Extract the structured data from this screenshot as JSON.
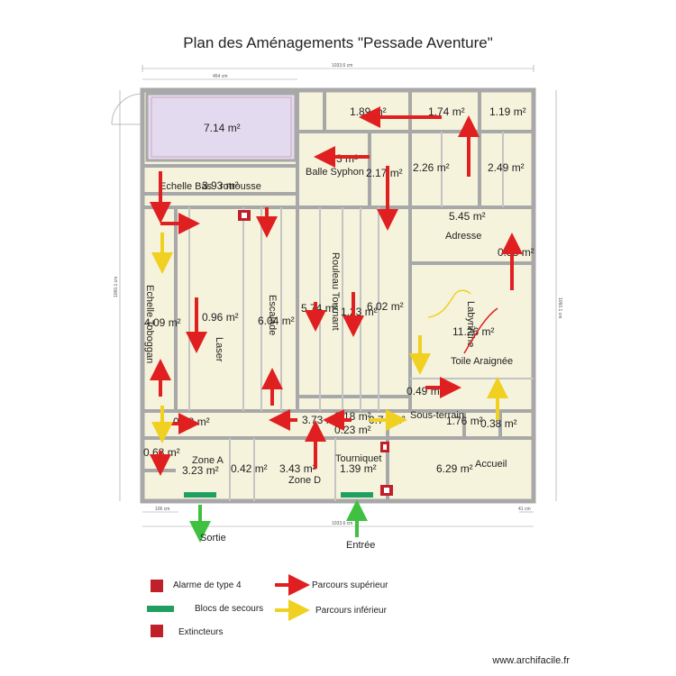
{
  "title": "Plan des Aménagements \"Pessade Aventure\"",
  "colors": {
    "wall": "#a8a8a8",
    "room": "#f6f3dd",
    "lilac": "#e4daf0",
    "red_arrow": "#e02020",
    "yellow_arrow": "#f0d020",
    "green_arrow": "#40c040",
    "alarm": "#c0202a",
    "exit_block": "#20a060"
  },
  "dimensions": {
    "overall_top": "1033.6 cm",
    "left_top": "454 cm",
    "overall_bottom": "1033.6 cm",
    "left_bottom": "106 cm",
    "right_bottom": "41 cm",
    "left_side": "1060.1 cm",
    "right_side": "1060.1 cm"
  },
  "rooms": {
    "piscine_area": "7.14 m²",
    "r_189": "1.89 m²",
    "r_174": "1.74 m²",
    "r_119": "1.19 m²",
    "r_43": "4.3 m²",
    "balle_syphon": "Balle Syphon",
    "r_217": "2.17 m²",
    "r_226": "2.26 m²",
    "r_249": "2.49 m²",
    "echelle_bas": "Echelle Bas",
    "r_393": "3.93 m²",
    "rotrousse": "rotrousse",
    "r_545": "5.45 m²",
    "adresse": "Adresse",
    "r_033": "0.33 m²",
    "echelle_toboggan": "Echelle Toboggan",
    "r_409": "4.09 m²",
    "r_096": "0.96 m²",
    "laser": "Laser",
    "escalade": "Escalade",
    "r_604": "6.04 m²",
    "r_574": "5.74 m²",
    "rouleau_tournant": "Rouleau Tournant",
    "r_123": "1.23 m²",
    "r_602": "6.02 m²",
    "labyrinthe": "Labyrinthe",
    "r_1126": "11.26 m²",
    "toile_araignee": "Toile Araignée",
    "r_049": "0.49 m²",
    "r_038a": "0.38 m²",
    "r_373": "3.73 m²",
    "r_018": "0.18 m²",
    "r_074": "0.74 m²",
    "r_023": "0.23 m²",
    "sous_terrain": "Sous-terrain",
    "r_176": "1.76 m²",
    "r_038b": "0.38 m²",
    "r_068": "0.68 m²",
    "zone_a": "Zone A",
    "r_323": "3.23 m²",
    "r_042": "0.42 m²",
    "r_343": "3.43 m²",
    "zone_d": "Zone D",
    "tourniquet": "Tourniquet",
    "r_139": "1.39 m²",
    "r_629": "6.29 m²",
    "accueil": "Accueil"
  },
  "labels": {
    "sortie": "Sortie",
    "entree": "Entrée"
  },
  "legend": {
    "alarm": "Alarme de type 4",
    "blocs": "Blocs de secours",
    "extincteurs": "Extincteurs",
    "parcours_sup": "Parcours supérieur",
    "parcours_inf": "Parcours inférieur"
  },
  "credit": "www.archifacile.fr"
}
